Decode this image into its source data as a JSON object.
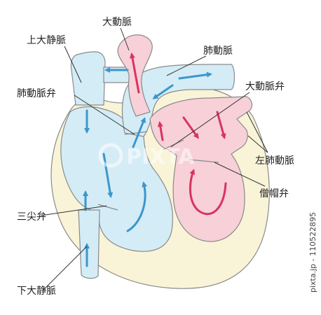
{
  "labels": {
    "aorta": "大動脈",
    "superior_vena_cava": "上大静脈",
    "pulmonary_artery": "肺動脈",
    "pulmonary_valve": "肺動脈弁",
    "aortic_valve": "大動脈弁",
    "pulmonary_vein": "左肺動脈",
    "mitral_valve": "僧帽弁",
    "tricuspid_valve": "三尖弁",
    "inferior_vena_cava": "下大静脈"
  },
  "watermark": {
    "logo_text": "PIXTA"
  },
  "stock_id": "pixta.jp - 110522895",
  "colors": {
    "deoxygenated": "#d4ecf6",
    "oxygenated": "#f7d0d8",
    "muscle": "#f9f4d8",
    "outline": "#8a8a8a",
    "blue_arrow": "#3b96cc",
    "red_arrow": "#d8345e",
    "text": "#222222"
  }
}
